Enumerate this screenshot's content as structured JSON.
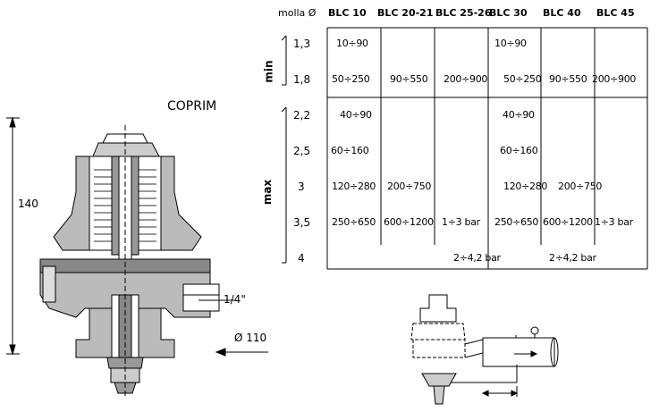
{
  "header": {
    "spring_label": "molla Ø",
    "columns": [
      "BLC 10",
      "BLC 20-21",
      "BLC 25-26",
      "BLC 30",
      "BLC 40",
      "BLC 45"
    ]
  },
  "groups": {
    "min": "min",
    "max": "max"
  },
  "rows": {
    "r13": {
      "label": "1,3",
      "cells": [
        "10÷90",
        "",
        "",
        "10÷90",
        "",
        ""
      ]
    },
    "r18": {
      "label": "1,8",
      "cells": [
        "50÷250",
        "90÷550",
        "200÷900",
        "50÷250",
        "90÷550",
        "200÷900"
      ]
    },
    "r22": {
      "label": "2,2",
      "cells": [
        "40÷90",
        "",
        "",
        "40÷90",
        "",
        ""
      ]
    },
    "r25": {
      "label": "2,5",
      "cells": [
        "60÷160",
        "",
        "",
        "60÷160",
        "",
        ""
      ]
    },
    "r3": {
      "label": "3",
      "cells": [
        "120÷280",
        "200÷750",
        "",
        "120÷280",
        "200÷750",
        ""
      ]
    },
    "r35": {
      "label": "3,5",
      "cells": [
        "250÷650",
        "600÷1200",
        "1÷3 bar",
        "250÷650",
        "600÷1200",
        "1÷3 bar"
      ]
    },
    "r4": {
      "label": "4",
      "span_left": "2÷4,2 bar",
      "span_right": "2÷4,2 bar"
    }
  },
  "drawing": {
    "brand": "COPRIM",
    "height_dim": "140",
    "port_dim": "1/4\"",
    "diameter_dim": "Ø 110"
  }
}
